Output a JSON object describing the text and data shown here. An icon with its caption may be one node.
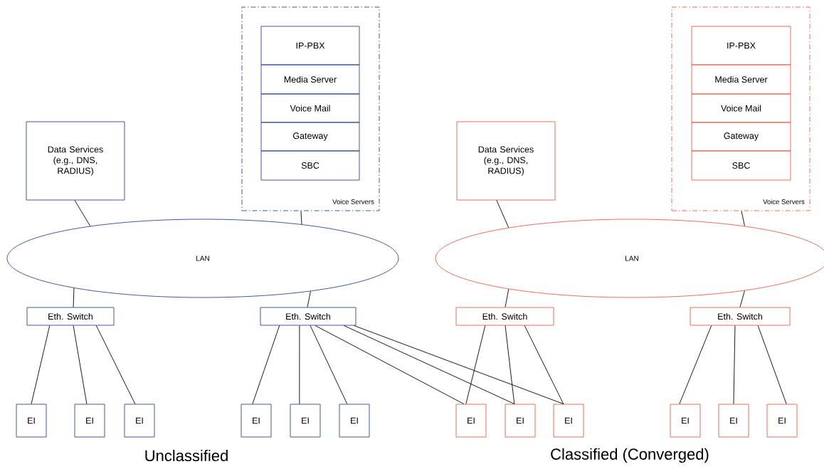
{
  "diagram": {
    "nodes": [
      {
        "text": [
          "Voice Servers"
        ]
      },
      {
        "text": [
          "IP-PBX"
        ],
        "in": 0
      },
      {
        "text": [
          "Media Server"
        ],
        "in": 0
      },
      {
        "text": [
          "Voice Mail"
        ],
        "in": 0
      },
      {
        "text": [
          "Gateway"
        ],
        "in": 0
      },
      {
        "text": [
          "SBC"
        ],
        "in": 0
      },
      {
        "text": [
          "Data Services (e.g., DNS, RADIUS)"
        ]
      },
      {
        "text": [
          "LAN"
        ]
      },
      {
        "text": [
          "Eth. Switch"
        ]
      },
      {
        "text": [
          "Eth. Switch"
        ]
      },
      {
        "text": [
          "EI"
        ]
      },
      {
        "text": [
          "EI"
        ]
      },
      {
        "text": [
          "EI"
        ]
      },
      {
        "text": [
          "EI"
        ]
      },
      {
        "text": [
          "EI"
        ]
      },
      {
        "text": [
          "EI"
        ]
      },
      {
        "text": [
          "Voice Servers"
        ]
      },
      {
        "text": [
          "IP-PBX"
        ],
        "in": 16
      },
      {
        "text": [
          "Media Server"
        ],
        "in": 16
      },
      {
        "text": [
          "Voice Mail"
        ],
        "in": 16
      },
      {
        "text": [
          "Gateway"
        ],
        "in": 16
      },
      {
        "text": [
          "SBC"
        ],
        "in": 16
      },
      {
        "text": [
          "Data Services (e.g., DNS, RADIUS)"
        ]
      },
      {
        "text": [
          "LAN"
        ]
      },
      {
        "text": [
          "Eth. Switch"
        ]
      },
      {
        "text": [
          "Eth. Switch"
        ]
      },
      {
        "text": [
          "EI"
        ]
      },
      {
        "text": [
          "EI"
        ]
      },
      {
        "text": [
          "EI"
        ]
      },
      {
        "text": [
          "EI"
        ]
      },
      {
        "text": [
          "EI"
        ]
      },
      {
        "text": [
          "EI"
        ]
      }
    ],
    "edges": [
      {
        "from": 6,
        "to": 7,
        "arrow": "none"
      },
      {
        "from": 0,
        "to": 7,
        "arrow": "none"
      },
      {
        "from": 7,
        "to": 8,
        "arrow": "none"
      },
      {
        "from": 7,
        "to": 9,
        "arrow": "none"
      },
      {
        "from": 8,
        "to": 10,
        "arrow": "none"
      },
      {
        "from": 8,
        "to": 11,
        "arrow": "none"
      },
      {
        "from": 8,
        "to": 12,
        "arrow": "none"
      },
      {
        "from": 9,
        "to": 13,
        "arrow": "none"
      },
      {
        "from": 9,
        "to": 14,
        "arrow": "none"
      },
      {
        "from": 9,
        "to": 15,
        "arrow": "none"
      },
      {
        "from": 9,
        "to": 26,
        "arrow": "none"
      },
      {
        "from": 9,
        "to": 27,
        "arrow": "none"
      },
      {
        "from": 9,
        "to": 28,
        "arrow": "none"
      },
      {
        "from": 22,
        "to": 23,
        "arrow": "none"
      },
      {
        "from": 16,
        "to": 23,
        "arrow": "none"
      },
      {
        "from": 23,
        "to": 24,
        "arrow": "none"
      },
      {
        "from": 23,
        "to": 25,
        "arrow": "none"
      },
      {
        "from": 24,
        "to": 26,
        "arrow": "none"
      },
      {
        "from": 24,
        "to": 27,
        "arrow": "none"
      },
      {
        "from": 24,
        "to": 28,
        "arrow": "none"
      },
      {
        "from": 25,
        "to": 29,
        "arrow": "none"
      },
      {
        "from": 25,
        "to": 30,
        "arrow": "none"
      },
      {
        "from": 25,
        "to": 31,
        "arrow": "none"
      }
    ],
    "labels": [
      "Unclassified",
      "Classified (Converged)"
    ]
  }
}
